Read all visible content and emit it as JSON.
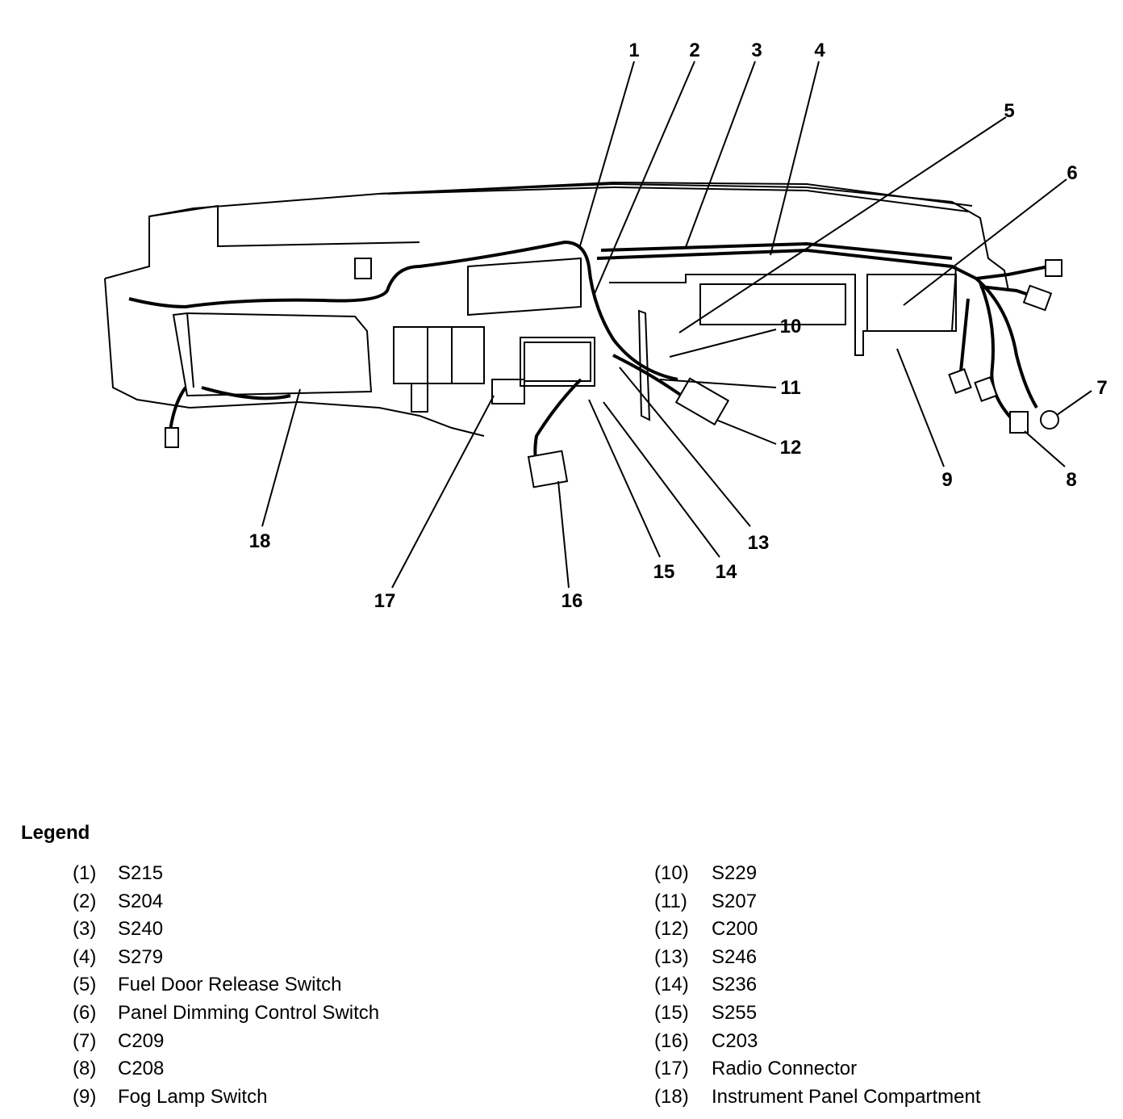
{
  "diagram": {
    "callouts": [
      "1",
      "2",
      "3",
      "4",
      "5",
      "6",
      "7",
      "8",
      "9",
      "10",
      "11",
      "12",
      "13",
      "14",
      "15",
      "16",
      "17",
      "18"
    ]
  },
  "legend": {
    "title": "Legend",
    "items": [
      {
        "num": "(1)",
        "label": "S215"
      },
      {
        "num": "(2)",
        "label": "S204"
      },
      {
        "num": "(3)",
        "label": "S240"
      },
      {
        "num": "(4)",
        "label": "S279"
      },
      {
        "num": "(5)",
        "label": "Fuel Door Release Switch"
      },
      {
        "num": "(6)",
        "label": "Panel Dimming Control Switch"
      },
      {
        "num": "(7)",
        "label": "C209"
      },
      {
        "num": "(8)",
        "label": "C208"
      },
      {
        "num": "(9)",
        "label": "Fog Lamp Switch"
      },
      {
        "num": "(10)",
        "label": "S229"
      },
      {
        "num": "(11)",
        "label": "S207"
      },
      {
        "num": "(12)",
        "label": "C200"
      },
      {
        "num": "(13)",
        "label": "S246"
      },
      {
        "num": "(14)",
        "label": "S236"
      },
      {
        "num": "(15)",
        "label": "S255"
      },
      {
        "num": "(16)",
        "label": "C203"
      },
      {
        "num": "(17)",
        "label": "Radio Connector"
      },
      {
        "num": "(18)",
        "label": "Instrument Panel Compartment"
      }
    ]
  }
}
